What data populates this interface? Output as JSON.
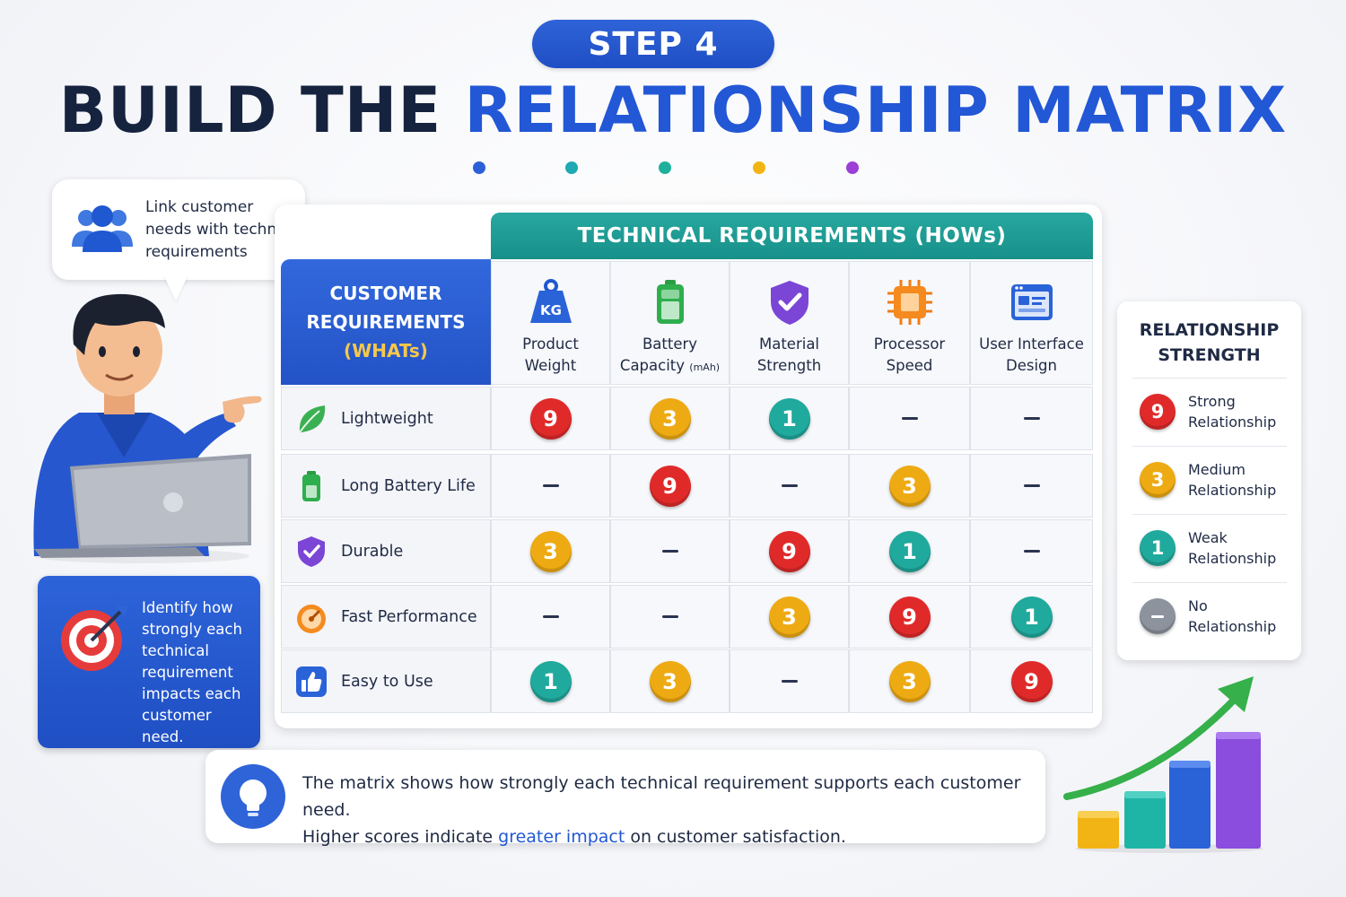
{
  "header": {
    "step": "STEP 4",
    "title_part1": "BUILD THE ",
    "title_part2": "RELATIONSHIP MATRIX"
  },
  "intro_bubble": {
    "text_lines": [
      "Link customer",
      "needs with technical",
      "requirements"
    ]
  },
  "info_card": {
    "text_lines": [
      "Identify how",
      "strongly each",
      "technical",
      "requirement",
      "impacts each",
      "customer need."
    ]
  },
  "matrix": {
    "hows_title": "TECHNICAL REQUIREMENTS (HOWs)",
    "whats_title_line1": "CUSTOMER",
    "whats_title_line2": "REQUIREMENTS",
    "whats_title_line3": "(WHATs)",
    "columns": [
      {
        "line1": "Product",
        "line2": "Weight",
        "line2_small": "",
        "icon": "kg-weight-icon"
      },
      {
        "line1": "Battery",
        "line2": "Capacity ",
        "line2_small": "(mAh)",
        "icon": "battery-icon"
      },
      {
        "line1": "Material",
        "line2": "Strength",
        "line2_small": "",
        "icon": "shield-check-icon"
      },
      {
        "line1": "Processor",
        "line2": "Speed",
        "line2_small": "",
        "icon": "cpu-chip-icon"
      },
      {
        "line1": "User Interface",
        "line2": "Design",
        "line2_small": "",
        "icon": "ui-window-icon"
      }
    ],
    "rows": [
      {
        "label": "Lightweight",
        "icon": "leaf-icon",
        "values": [
          "9",
          "3",
          "1",
          "–",
          "–"
        ]
      },
      {
        "label": "Long Battery Life",
        "icon": "battery-icon",
        "values": [
          "–",
          "9",
          "–",
          "3",
          "–"
        ]
      },
      {
        "label": "Durable",
        "icon": "shield-check-icon",
        "values": [
          "3",
          "–",
          "9",
          "1",
          "–"
        ]
      },
      {
        "label": "Fast Performance",
        "icon": "speedometer-icon",
        "values": [
          "–",
          "–",
          "3",
          "9",
          "1"
        ]
      },
      {
        "label": "Easy to Use",
        "icon": "thumbs-up-icon",
        "values": [
          "1",
          "3",
          "–",
          "3",
          "9"
        ]
      }
    ]
  },
  "legend": {
    "title_line1": "RELATIONSHIP",
    "title_line2": "STRENGTH",
    "items": [
      {
        "symbol": "9",
        "line1": "Strong",
        "line2": "Relationship",
        "color": "#e02a2a"
      },
      {
        "symbol": "3",
        "line1": "Medium",
        "line2": "Relationship",
        "color": "#eeaa12"
      },
      {
        "symbol": "1",
        "line1": "Weak",
        "line2": "Relationship",
        "color": "#20a99d"
      },
      {
        "symbol": "–",
        "line1": "No",
        "line2": "Relationship",
        "color": "#8d939d"
      }
    ]
  },
  "note": {
    "line1": "The matrix shows how strongly each technical requirement supports each customer need.",
    "line2_before": "Higher scores indicate ",
    "line2_highlight": "greater impact",
    "line2_after": " on customer satisfaction."
  },
  "colors": {
    "strong": "#e02a2a",
    "medium": "#eeaa12",
    "weak": "#20a99d",
    "none": "#8d939d",
    "brand_blue": "#2257d6",
    "teal": "#17908a"
  }
}
